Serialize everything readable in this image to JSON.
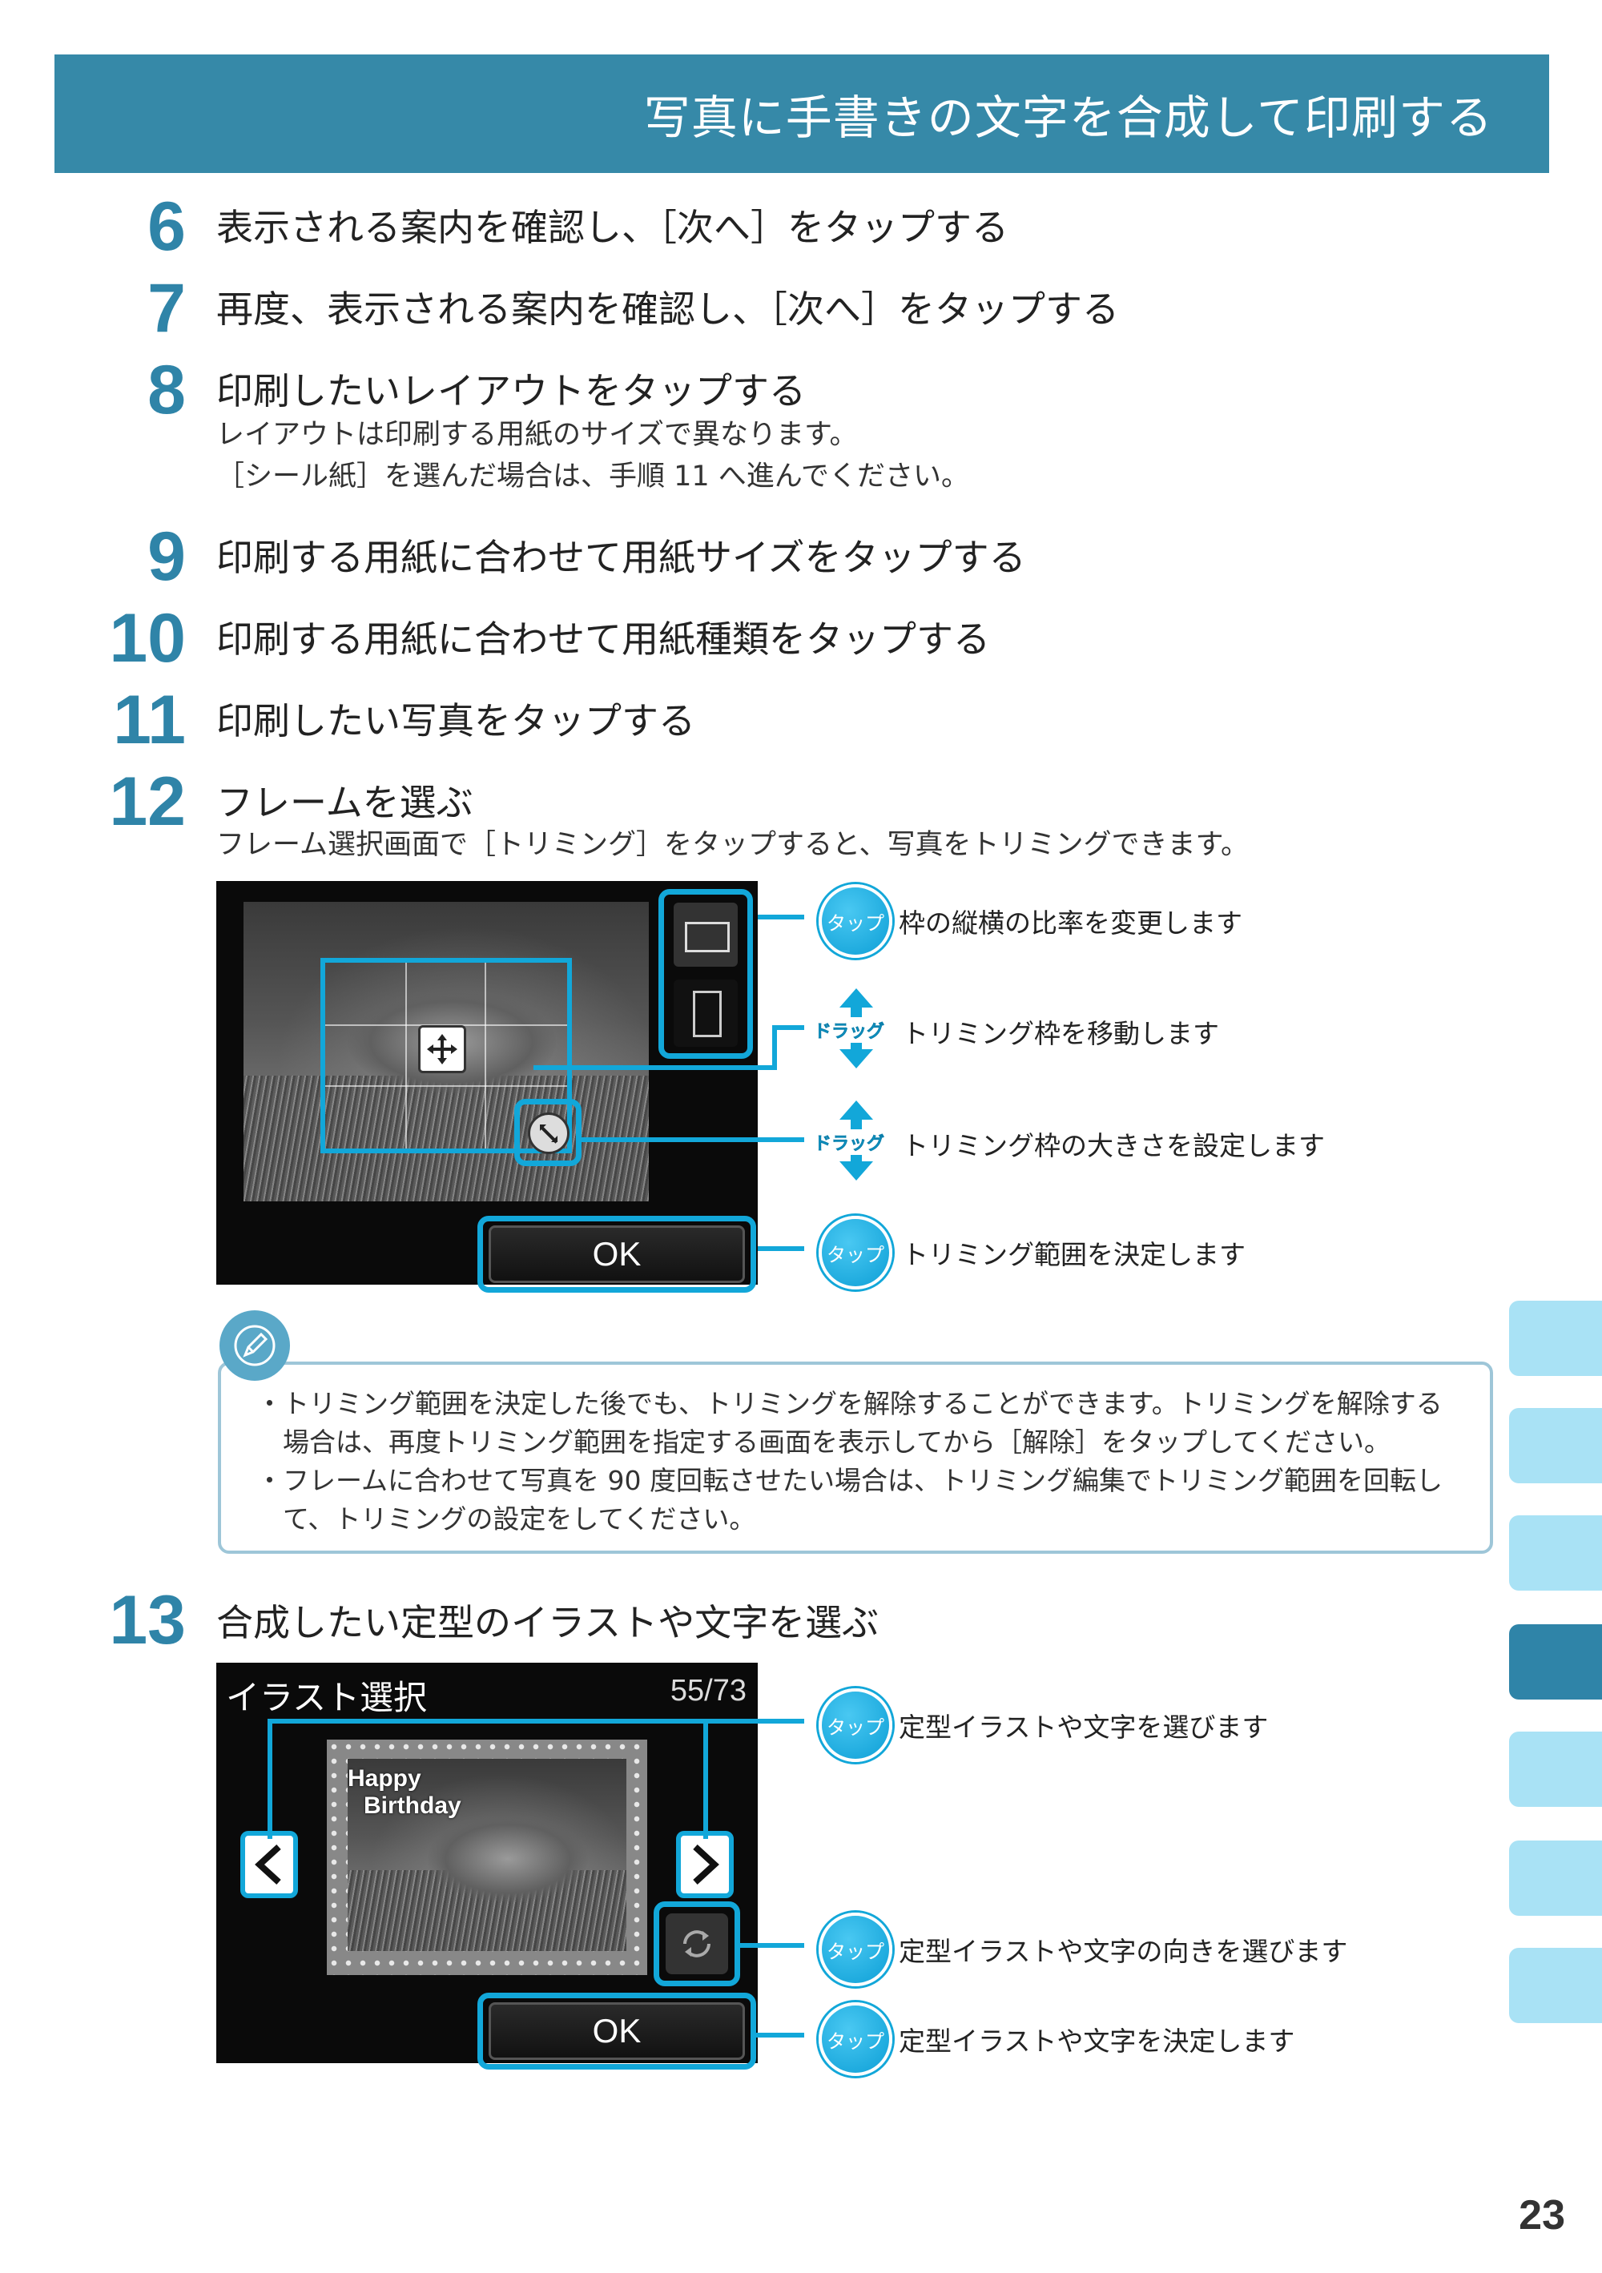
{
  "header": {
    "title": "写真に手書きの文字を合成して印刷する"
  },
  "steps": [
    {
      "num": "6",
      "title": "表示される案内を確認し、［次へ］をタップする"
    },
    {
      "num": "7",
      "title": "再度、表示される案内を確認し、［次へ］をタップする"
    },
    {
      "num": "8",
      "title": "印刷したいレイアウトをタップする",
      "sub": [
        "レイアウトは印刷する用紙のサイズで異なります。",
        "［シール紙］を選んだ場合は、手順 11 へ進んでください。"
      ]
    },
    {
      "num": "9",
      "title": "印刷する用紙に合わせて用紙サイズをタップする"
    },
    {
      "num": "10",
      "title": "印刷する用紙に合わせて用紙種類をタップする"
    },
    {
      "num": "11",
      "title": "印刷したい写真をタップする"
    },
    {
      "num": "12",
      "title": "フレームを選ぶ",
      "sub": [
        "フレーム選択画面で［トリミング］をタップすると、写真をトリミングできます。"
      ]
    },
    {
      "num": "13",
      "title": "合成したい定型のイラストや文字を選ぶ"
    }
  ],
  "screen1": {
    "ok_label": "OK",
    "callouts": [
      {
        "badge": "タップ",
        "text": "枠の縦横の比率を変更します"
      },
      {
        "badge": "ドラッグ",
        "text": "トリミング枠を移動します"
      },
      {
        "badge": "ドラッグ",
        "text": "トリミング枠の大きさを設定します"
      },
      {
        "badge": "タップ",
        "text": "トリミング範囲を決定します"
      }
    ]
  },
  "note": {
    "lines": [
      "・トリミング範囲を決定した後でも、トリミングを解除することができます。トリミングを解除する",
      "　場合は、再度トリミング範囲を指定する画面を表示してから［解除］をタップしてください。",
      "・フレームに合わせて写真を 90 度回転させたい場合は、トリミング編集でトリミング範囲を回転し",
      "　て、トリミングの設定をしてください。"
    ]
  },
  "screen2": {
    "title": "イラスト選択",
    "count": "55/73",
    "overlay": [
      "Happy",
      "Birthday"
    ],
    "ok_label": "OK",
    "callouts": [
      {
        "badge": "タップ",
        "text": "定型イラストや文字を選びます"
      },
      {
        "badge": "タップ",
        "text": "定型イラストや文字の向きを選びます"
      },
      {
        "badge": "タップ",
        "text": "定型イラストや文字を決定します"
      }
    ]
  },
  "page_number": "23"
}
